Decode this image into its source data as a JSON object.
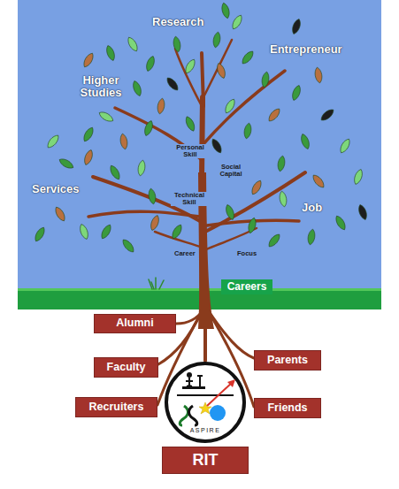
{
  "diagram": {
    "nodes": [
      {
        "text": [
          "Careers"
        ]
      },
      {
        "text": [
          "Alumni"
        ]
      },
      {
        "text": [
          "Parents"
        ]
      },
      {
        "text": [
          "Faculty"
        ]
      },
      {
        "text": [
          "Recruiters"
        ]
      },
      {
        "text": [
          "Friends"
        ]
      },
      {
        "text": [
          "ASPIRE"
        ]
      },
      {
        "text": [
          "RIT"
        ]
      }
    ],
    "labels": [
      "Research",
      "Entrepreneur",
      "Higher Studies",
      "Services",
      "Job",
      "Personal Skill",
      "Social Capital",
      "Technical Skill",
      "Career",
      "Focus"
    ]
  }
}
